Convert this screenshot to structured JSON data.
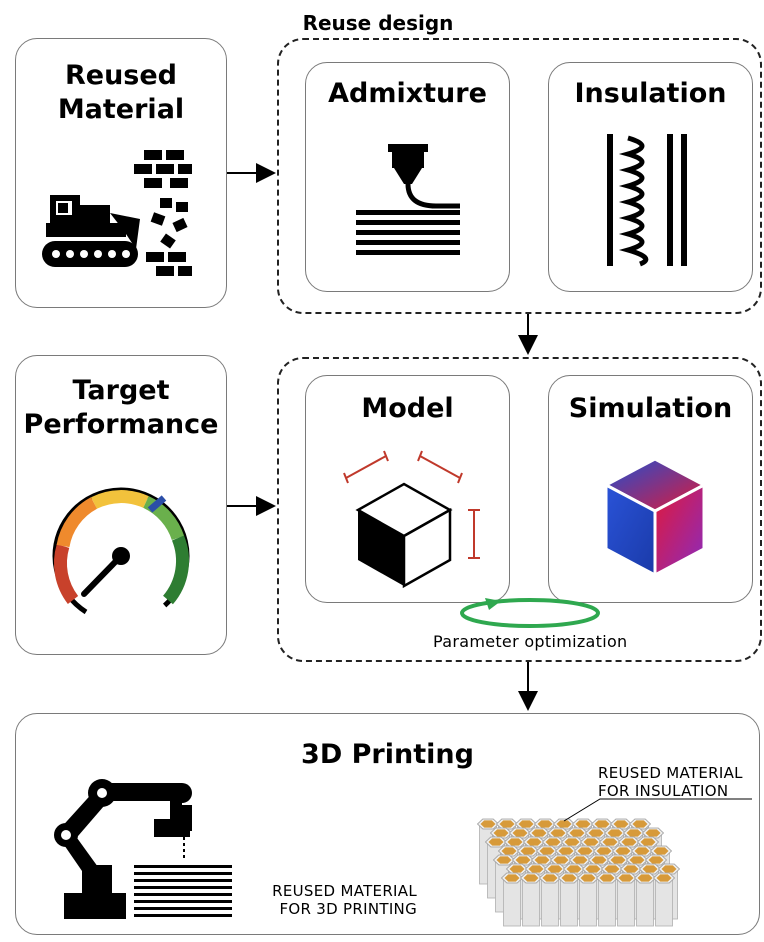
{
  "group_titles": {
    "reuse_design": "Reuse design",
    "parameter_optimization": "Parameter optimization"
  },
  "boxes": {
    "reused_material": "Reused\nMaterial",
    "admixture": "Admixture",
    "insulation": "Insulation",
    "target_performance": "Target\nPerformance",
    "model": "Model",
    "simulation": "Simulation",
    "printing": "3D Printing"
  },
  "annotations": {
    "for_insulation": "REUSED MATERIAL\nFOR INSULATION",
    "for_printing": "REUSED MATERIAL\nFOR 3D PRINTING"
  },
  "icons": [
    "bulldozer-icon",
    "bricks-icon",
    "print-nozzle-icon",
    "insulation-coil-icon",
    "cube-dimension-icon",
    "gradient-cube-icon",
    "gauge-icon",
    "robot-arm-icon",
    "honeycomb-icon",
    "cycle-arrow-icon"
  ],
  "colors": {
    "dimension_lines": "#c0392b",
    "cycle_arrow": "#2fa84f",
    "gauge_red": "#c8412b",
    "gauge_orange": "#ef8a2d",
    "gauge_yellow": "#f2c23c",
    "gauge_green": "#6ab04c",
    "gauge_needle_marker": "#2b4ea8",
    "sim_blue": "#1f4fd1",
    "sim_red": "#e0193a",
    "sim_purple": "#8a2bbf",
    "honeycomb_fill": "#d79a3a"
  }
}
